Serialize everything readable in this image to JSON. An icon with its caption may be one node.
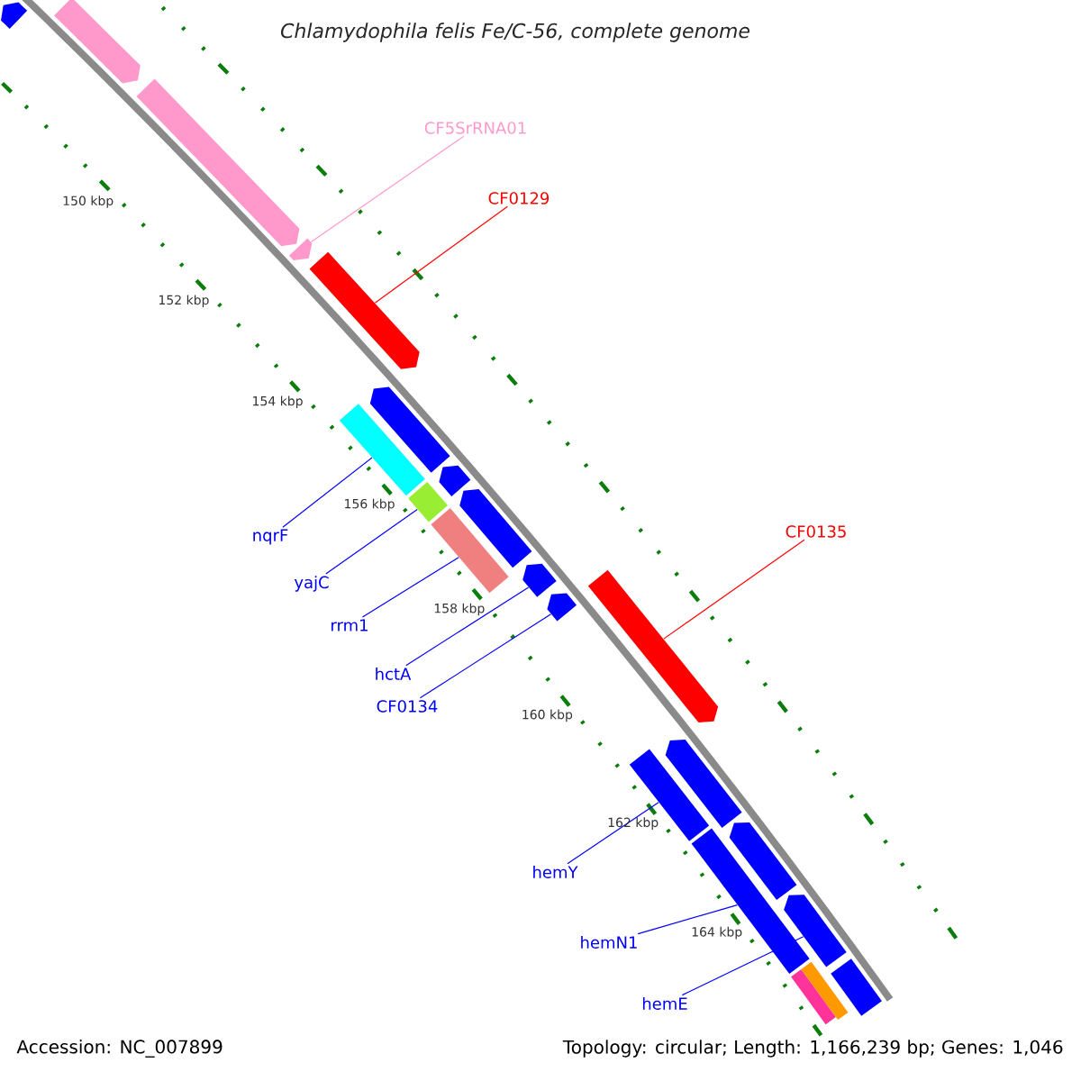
{
  "diagram": {
    "title": "Chlamydophila felis Fe/C-56, complete genome",
    "nodes": [
      {
        "text": [
          "CF5SrRNA01"
        ]
      },
      {
        "text": [
          "CF0129"
        ]
      },
      {
        "text": [
          "CF0135"
        ]
      },
      {
        "text": [
          "nqrF"
        ]
      },
      {
        "text": [
          "yajC"
        ]
      },
      {
        "text": [
          "rrm1"
        ]
      },
      {
        "text": [
          "hctA"
        ]
      },
      {
        "text": [
          "CF0134"
        ]
      },
      {
        "text": [
          "hemY"
        ]
      },
      {
        "text": [
          "hemN1"
        ]
      },
      {
        "text": [
          "hemE"
        ]
      },
      {
        "text": [],
        "shape": "bar"
      },
      {
        "text": [],
        "shape": "bar"
      },
      {
        "text": [],
        "shape": "bar"
      },
      {
        "text": [],
        "shape": "bar"
      },
      {
        "text": [],
        "shape": "bar"
      },
      {
        "text": [],
        "shape": "bar"
      },
      {
        "text": [],
        "shape": "bar"
      },
      {
        "text": [],
        "shape": "bar"
      },
      {
        "text": [],
        "shape": "bar"
      },
      {
        "text": [],
        "shape": "bar"
      },
      {
        "text": [],
        "shape": "bar"
      },
      {
        "text": [],
        "shape": "bar"
      },
      {
        "text": [],
        "shape": "bar"
      },
      {
        "text": [],
        "shape": "bar"
      },
      {
        "text": [],
        "shape": "bar"
      },
      {
        "text": [],
        "shape": "bar"
      },
      {
        "text": [],
        "shape": "bar"
      },
      {
        "text": [],
        "shape": "bar"
      },
      {
        "text": [],
        "shape": "bar"
      },
      {
        "text": [],
        "shape": "bar"
      },
      {
        "text": [],
        "shape": "bar"
      },
      {
        "text": [],
        "shape": "bar"
      }
    ],
    "edges": [
      {
        "from": 0,
        "to": 14,
        "arrow": "none",
        "color": "#ff99cc"
      },
      {
        "from": 1,
        "to": 15,
        "arrow": "none",
        "color": "#ff0000"
      },
      {
        "from": 2,
        "to": 24,
        "arrow": "none",
        "color": "#ff0000"
      },
      {
        "from": 3,
        "to": 17,
        "arrow": "none"
      },
      {
        "from": 4,
        "to": 18,
        "arrow": "none"
      },
      {
        "from": 5,
        "to": 19,
        "arrow": "none"
      },
      {
        "from": 6,
        "to": 22,
        "arrow": "none"
      },
      {
        "from": 7,
        "to": 23,
        "arrow": "none"
      },
      {
        "from": 8,
        "to": 26,
        "arrow": "none"
      },
      {
        "from": 9,
        "to": 28,
        "arrow": "none"
      },
      {
        "from": 10,
        "to": 29,
        "arrow": "none"
      }
    ],
    "labels": [
      "150 kbp",
      "152 kbp",
      "154 kbp",
      "156 kbp",
      "158 kbp",
      "160 kbp",
      "162 kbp",
      "164 kbp",
      "Accession: NC_007899",
      "Topology: circular; Length: 1,166,239 bp; Genes: 1,046"
    ]
  }
}
